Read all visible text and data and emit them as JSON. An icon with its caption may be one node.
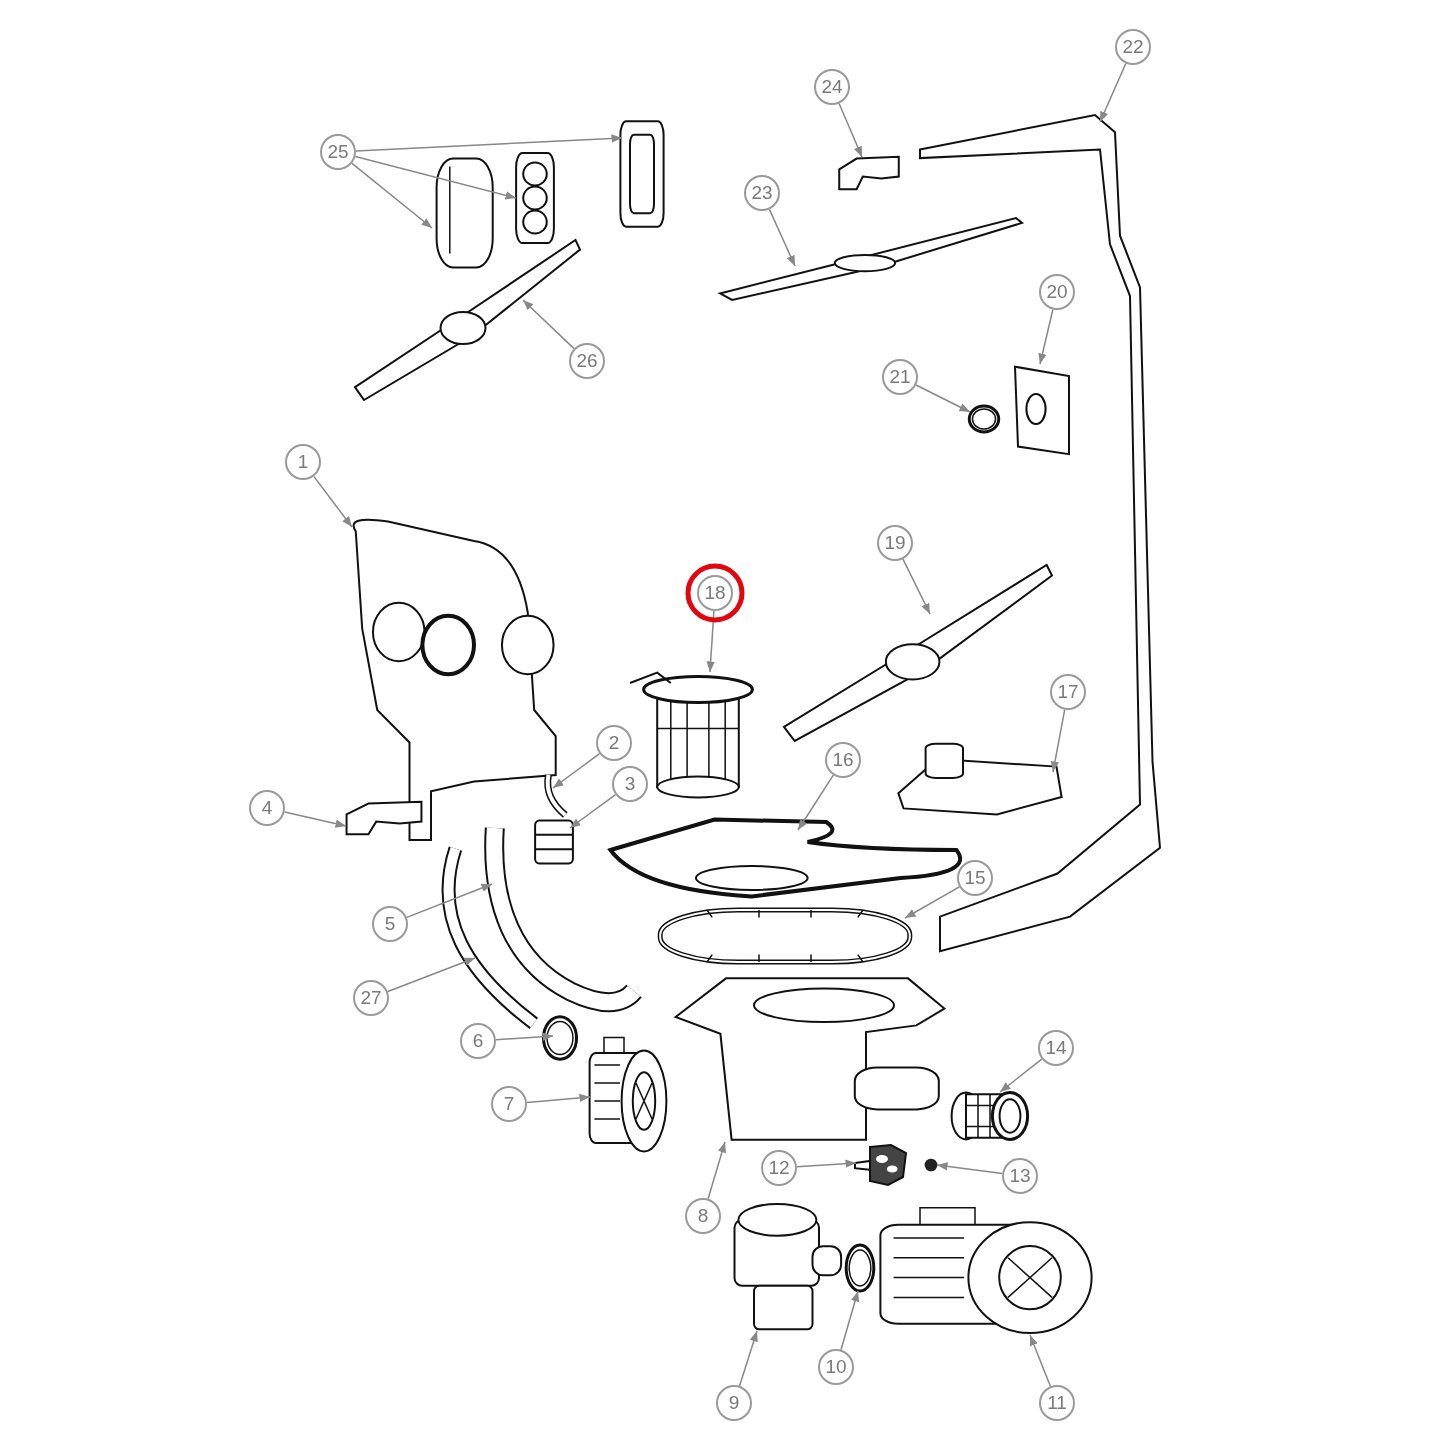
{
  "diagram": {
    "nodes": [
      {
        "text": [
          "1"
        ]
      },
      {
        "text": [],
        "shape": "picture"
      },
      {
        "text": [
          "2"
        ]
      },
      {
        "text": [],
        "shape": "picture"
      },
      {
        "text": [
          "3"
        ]
      },
      {
        "text": [],
        "shape": "picture"
      },
      {
        "text": [
          "4"
        ]
      },
      {
        "text": [],
        "shape": "picture"
      },
      {
        "text": [
          "5"
        ]
      },
      {
        "text": [],
        "shape": "picture"
      },
      {
        "text": [
          "6"
        ]
      },
      {
        "text": [],
        "shape": "picture"
      },
      {
        "text": [
          "7"
        ]
      },
      {
        "text": [],
        "shape": "picture"
      },
      {
        "text": [
          "8"
        ]
      },
      {
        "text": [],
        "shape": "picture"
      },
      {
        "text": [
          "9"
        ]
      },
      {
        "text": [],
        "shape": "picture"
      },
      {
        "text": [
          "10"
        ]
      },
      {
        "text": [],
        "shape": "picture"
      },
      {
        "text": [
          "11"
        ]
      },
      {
        "text": [],
        "shape": "picture"
      },
      {
        "text": [
          "12"
        ]
      },
      {
        "text": [],
        "shape": "picture"
      },
      {
        "text": [
          "13"
        ]
      },
      {
        "text": [],
        "shape": "circle"
      },
      {
        "text": [
          "14"
        ]
      },
      {
        "text": [],
        "shape": "cylinder"
      },
      {
        "text": [
          "15"
        ]
      },
      {
        "text": [],
        "shape": "picture"
      },
      {
        "text": [
          "16"
        ]
      },
      {
        "text": [],
        "shape": "picture"
      },
      {
        "text": [
          "17"
        ]
      },
      {
        "text": [],
        "shape": "picture"
      },
      {
        "text": [
          "18"
        ]
      },
      {
        "text": [],
        "shape": "cylinder"
      },
      {
        "text": [
          "19"
        ]
      },
      {
        "text": [],
        "shape": "picture"
      },
      {
        "text": [
          "20"
        ]
      },
      {
        "text": [],
        "shape": "picture"
      },
      {
        "text": [
          "21"
        ]
      },
      {
        "text": [],
        "shape": "picture"
      },
      {
        "text": [
          "22"
        ]
      },
      {
        "text": [],
        "shape": "picture"
      },
      {
        "text": [
          "23"
        ]
      },
      {
        "text": [],
        "shape": "picture"
      },
      {
        "text": [
          "24"
        ]
      },
      {
        "text": [],
        "shape": "picture"
      },
      {
        "text": [
          "25"
        ]
      },
      {
        "text": [],
        "shape": "picture"
      },
      {
        "text": [],
        "shape": "picture"
      },
      {
        "text": [],
        "shape": "picture"
      },
      {
        "text": [
          "26"
        ]
      },
      {
        "text": [],
        "shape": "picture"
      },
      {
        "text": [
          "27"
        ]
      },
      {
        "text": [],
        "shape": "picture"
      }
    ],
    "edges": [
      {
        "from": 0,
        "to": 1,
        "arrow": "to"
      },
      {
        "from": 2,
        "to": 3,
        "arrow": "to"
      },
      {
        "from": 4,
        "to": 5,
        "arrow": "to"
      },
      {
        "from": 6,
        "to": 7,
        "arrow": "to"
      },
      {
        "from": 8,
        "to": 9,
        "arrow": "to"
      },
      {
        "from": 10,
        "to": 11,
        "arrow": "to"
      },
      {
        "from": 12,
        "to": 13,
        "arrow": "to"
      },
      {
        "from": 14,
        "to": 15,
        "arrow": "to"
      },
      {
        "from": 16,
        "to": 17,
        "arrow": "to"
      },
      {
        "from": 18,
        "to": 19,
        "arrow": "to"
      },
      {
        "from": 20,
        "to": 21,
        "arrow": "to"
      },
      {
        "from": 22,
        "to": 23,
        "arrow": "to"
      },
      {
        "from": 24,
        "to": 25,
        "arrow": "to"
      },
      {
        "from": 26,
        "to": 27,
        "arrow": "to"
      },
      {
        "from": 28,
        "to": 29,
        "arrow": "to"
      },
      {
        "from": 30,
        "to": 31,
        "arrow": "to"
      },
      {
        "from": 32,
        "to": 33,
        "arrow": "to"
      },
      {
        "from": 34,
        "to": 35,
        "arrow": "to"
      },
      {
        "from": 36,
        "to": 37,
        "arrow": "to"
      },
      {
        "from": 38,
        "to": 39,
        "arrow": "to"
      },
      {
        "from": 40,
        "to": 41,
        "arrow": "to"
      },
      {
        "from": 42,
        "to": 43,
        "arrow": "to"
      },
      {
        "from": 44,
        "to": 45,
        "arrow": "to"
      },
      {
        "from": 46,
        "to": 47,
        "arrow": "to"
      },
      {
        "from": 48,
        "to": 49,
        "arrow": "to"
      },
      {
        "from": 48,
        "to": 50,
        "arrow": "to"
      },
      {
        "from": 48,
        "to": 51,
        "arrow": "to"
      },
      {
        "from": 52,
        "to": 53,
        "arrow": "to"
      },
      {
        "from": 54,
        "to": 55,
        "arrow": "to"
      }
    ]
  }
}
